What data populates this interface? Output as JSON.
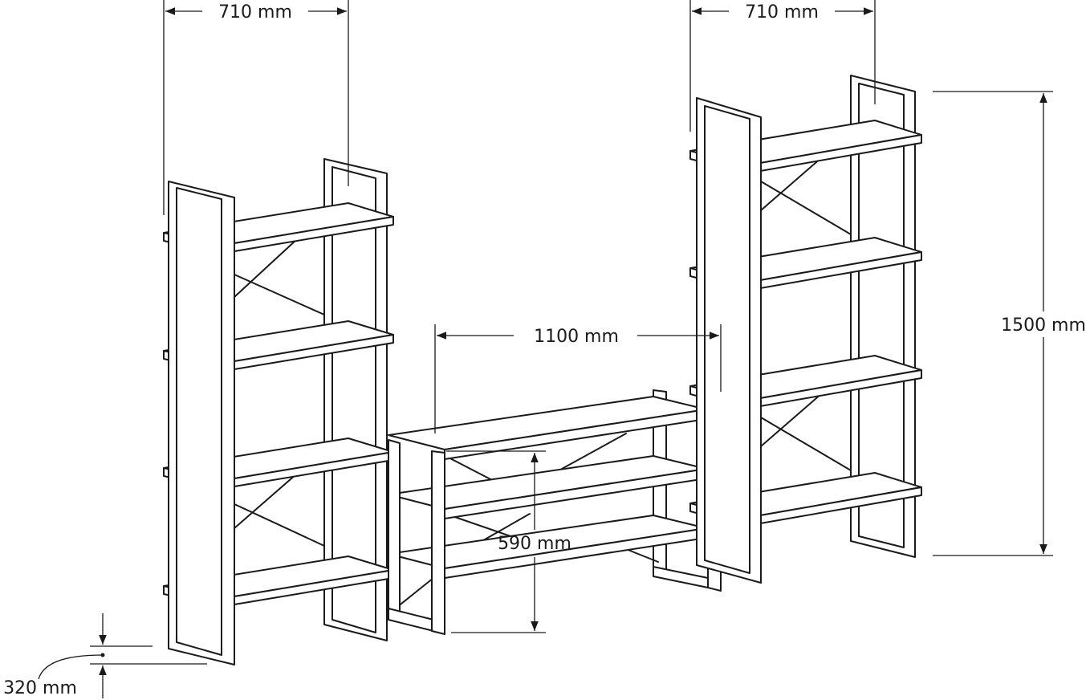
{
  "dimensions": {
    "left_width": "710 mm",
    "right_width": "710 mm",
    "middle_length": "1100 mm",
    "middle_height": "590 mm",
    "tall_height": "1500 mm",
    "depth": "320 mm"
  },
  "colors": {
    "line": "#1a1a1a",
    "background": "#ffffff"
  }
}
